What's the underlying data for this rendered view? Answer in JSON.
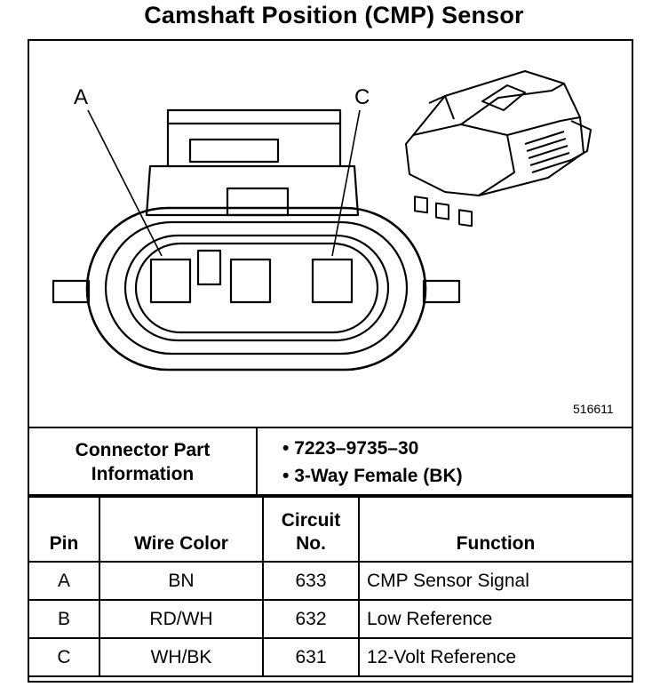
{
  "title": "Camshaft Position (CMP) Sensor",
  "figure": {
    "id": "516611",
    "callouts": [
      "A",
      "C"
    ]
  },
  "connector_info": {
    "label_line1": "Connector Part",
    "label_line2": "Information",
    "values": [
      "7223–9735–30",
      "3-Way Female (BK)"
    ]
  },
  "pin_table": {
    "headers": {
      "pin": "Pin",
      "wire": "Wire Color",
      "circuit_line1": "Circuit",
      "circuit_line2": "No.",
      "function": "Function"
    },
    "rows": [
      {
        "pin": "A",
        "wire": "BN",
        "circuit": "633",
        "function": "CMP Sensor Signal"
      },
      {
        "pin": "B",
        "wire": "RD/WH",
        "circuit": "632",
        "function": "Low Reference"
      },
      {
        "pin": "C",
        "wire": "WH/BK",
        "circuit": "631",
        "function": "12-Volt Reference"
      }
    ]
  }
}
